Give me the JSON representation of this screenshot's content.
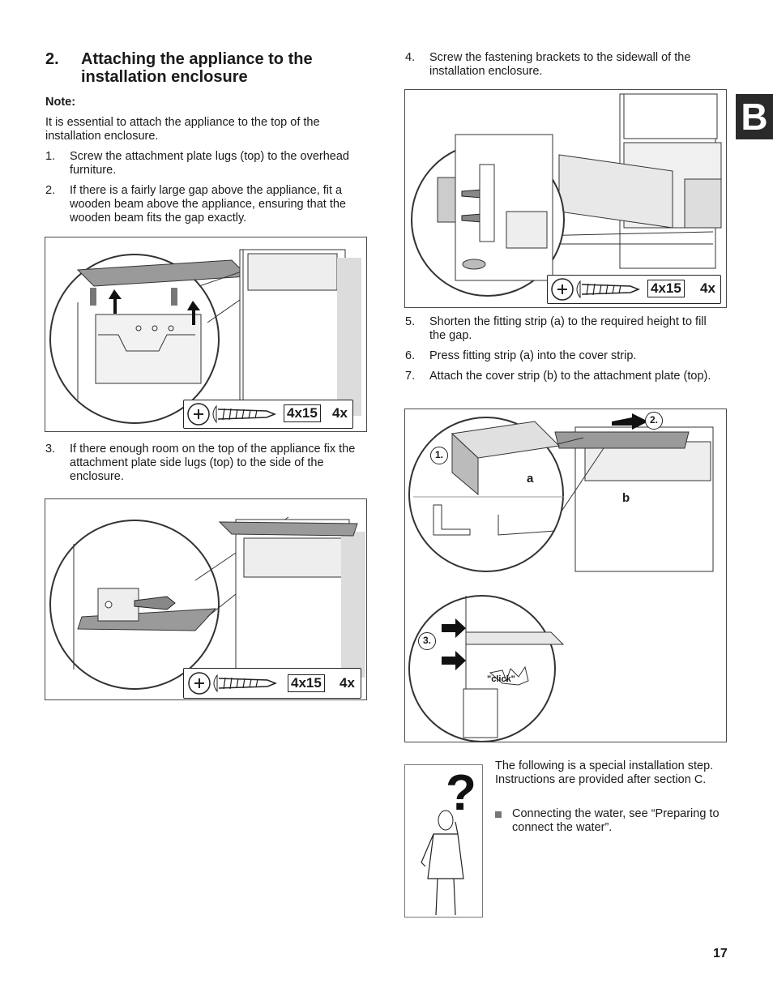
{
  "page": {
    "tab_letter": "B",
    "page_number": "17"
  },
  "section": {
    "number": "2.",
    "title": "Attaching the appliance to the installation enclosure"
  },
  "note": {
    "label": "Note:",
    "text": "It is essential to attach the appliance to the top of the installation enclosure."
  },
  "steps_left": [
    {
      "n": "1.",
      "text": "Screw the attachment plate lugs (top) to the overhead furniture."
    },
    {
      "n": "2.",
      "text": "If there is a fairly large gap above the appliance, fit a wooden beam above the appliance, ensuring that the wooden beam fits the gap exactly."
    },
    {
      "n": "3.",
      "text": "If there enough room on the top of the appliance fix the attachment plate side lugs (top) to the side of the enclosure."
    }
  ],
  "steps_right": [
    {
      "n": "4.",
      "text": "Screw the fastening brackets to the sidewall of the installation enclosure."
    },
    {
      "n": "5.",
      "text": "Shorten the fitting strip (a) to the required height to fill the gap."
    },
    {
      "n": "6.",
      "text": "Press fitting strip (a) into the cover strip."
    },
    {
      "n": "7.",
      "text": "Attach the cover strip (b) to the attachment plate (top)."
    }
  ],
  "screw_spec": {
    "size": "4x15",
    "qty": "4x"
  },
  "figure4": {
    "step1": "1.",
    "step2": "2.",
    "step3": "3.",
    "label_a": "a",
    "label_b": "b",
    "click": "\"click\""
  },
  "special": {
    "text": "The following is a special installation step. Instructions are provided after section C.",
    "bullet": "Connecting the water, see “Preparing to connect the water”."
  },
  "colors": {
    "line": "#333333",
    "fill_gray": "#9a9a9a",
    "light_gray": "#e6e6e6",
    "tab_bg": "#2a2a2a"
  }
}
